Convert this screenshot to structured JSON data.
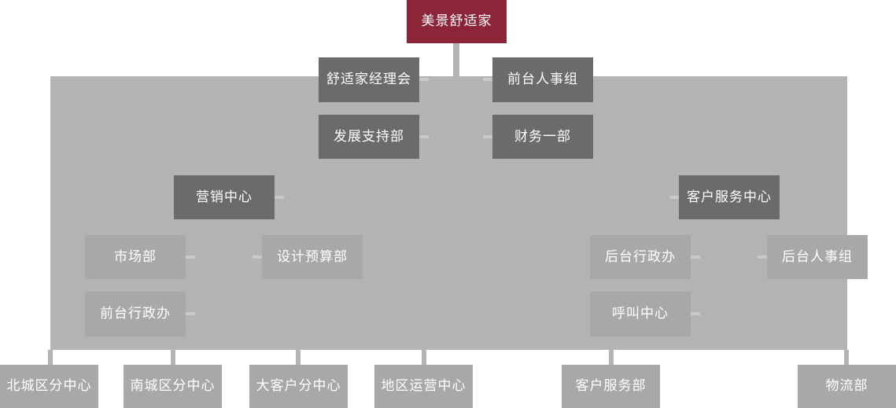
{
  "org_chart": {
    "root": {
      "label": "美景舒适家",
      "color": "#8c2538"
    },
    "panel": {
      "color": "#b3b3b3"
    },
    "tier_colors": {
      "dark": "#6b6b6b",
      "mid": "#a8a8a8",
      "base": "#a8a8a8"
    },
    "tier2": [
      {
        "label": "舒适家经理会"
      },
      {
        "label": "前台人事组"
      }
    ],
    "tier3": [
      {
        "label": "发展支持部"
      },
      {
        "label": "财务一部"
      }
    ],
    "tier4": [
      {
        "label": "营销中心"
      },
      {
        "label": "客户服务中心"
      }
    ],
    "tier5": [
      {
        "label": "市场部"
      },
      {
        "label": "设计预算部"
      },
      {
        "label": "后台行政办"
      },
      {
        "label": "后台人事组"
      }
    ],
    "tier6": [
      {
        "label": "前台行政办"
      },
      {
        "label": "呼叫中心"
      }
    ],
    "tier7": [
      {
        "label": "北城区分中心"
      },
      {
        "label": "南城区分中心"
      },
      {
        "label": "大客户分中心"
      },
      {
        "label": "地区运营中心"
      },
      {
        "label": "客户服务部"
      },
      {
        "label": "物流部"
      }
    ]
  }
}
